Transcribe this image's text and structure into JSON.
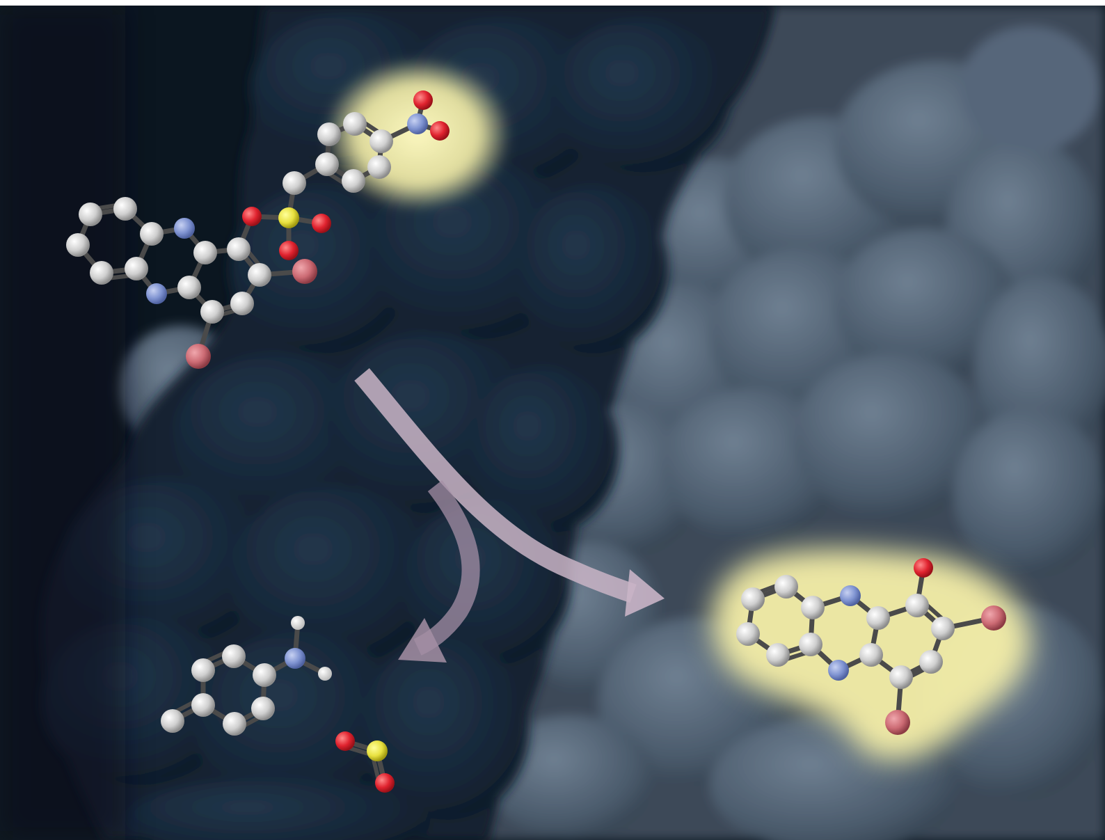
{
  "scene": {
    "colors": {
      "background": "#0b1620",
      "surface_dark": "#122131",
      "surface_mid": "#1b2c3e",
      "surface_light": "#4d5d6e",
      "surface_highlight": "#6d7d8e",
      "glow": "#f8f4b0",
      "arrow": "#c9b4c6",
      "carbon": "#d9d9d9",
      "nitrogen": "#7f93d1",
      "oxygen": "#e0232f",
      "halogen": "#cc6b74",
      "sulfur": "#e8e140",
      "hydrogen": "#f2f2f2",
      "bond": "#5a5a5a"
    },
    "molecules": [
      {
        "name": "substrate-sulfonate-ester",
        "highlight": "nitrophenyl-group"
      },
      {
        "name": "fluorescent-acridone-product",
        "highlight": "whole-molecule"
      },
      {
        "name": "aniline-fragment"
      },
      {
        "name": "sulfur-dioxide-fragment"
      }
    ],
    "arrows": [
      {
        "name": "arrow-to-fluorescent-product"
      },
      {
        "name": "arrow-to-fragments"
      }
    ]
  }
}
